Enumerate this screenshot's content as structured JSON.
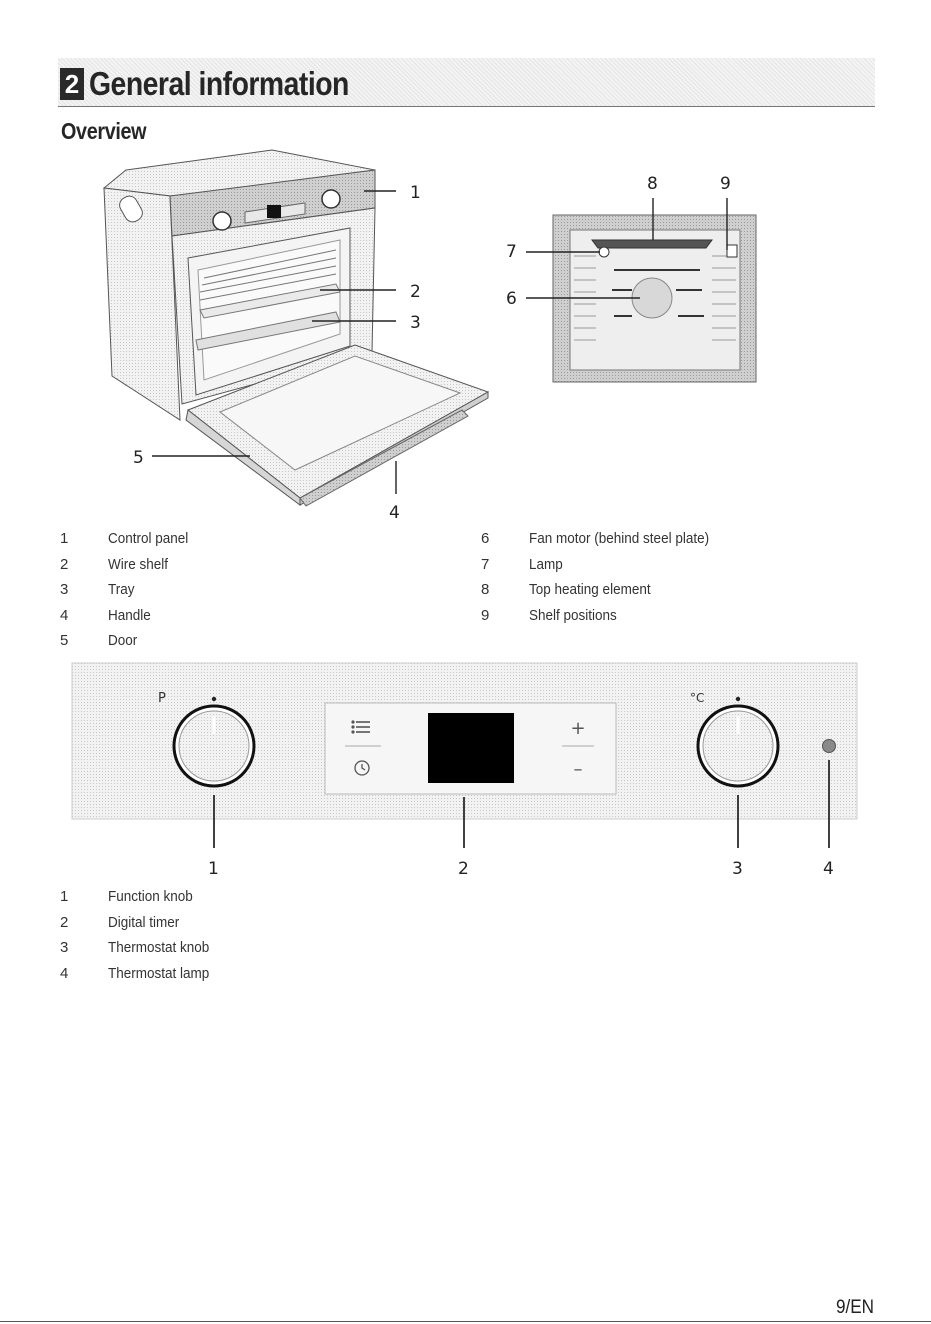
{
  "header": {
    "chapter_number": "2",
    "chapter_title": "General information"
  },
  "section": {
    "title": "Overview"
  },
  "overview_callouts": [
    "1",
    "2",
    "3",
    "4",
    "5",
    "6",
    "7",
    "8",
    "9"
  ],
  "overview_legend": [
    {
      "num": "1",
      "label": "Control panel"
    },
    {
      "num": "2",
      "label": "Wire shelf"
    },
    {
      "num": "3",
      "label": "Tray"
    },
    {
      "num": "4",
      "label": "Handle"
    },
    {
      "num": "5",
      "label": "Door"
    },
    {
      "num": "6",
      "label": "Fan motor (behind steel plate)"
    },
    {
      "num": "7",
      "label": "Lamp"
    },
    {
      "num": "8",
      "label": "Top heating element"
    },
    {
      "num": "9",
      "label": "Shelf positions"
    }
  ],
  "panel": {
    "function_knob_symbol": "P",
    "thermostat_knob_symbol": "°C",
    "timer_plus": "+",
    "timer_minus": "–",
    "callouts": [
      "1",
      "2",
      "3",
      "4"
    ]
  },
  "panel_legend": [
    {
      "num": "1",
      "label": "Function knob"
    },
    {
      "num": "2",
      "label": "Digital timer"
    },
    {
      "num": "3",
      "label": "Thermostat knob"
    },
    {
      "num": "4",
      "label": "Thermostat lamp"
    }
  ],
  "footer": {
    "page_number": "9/EN"
  }
}
